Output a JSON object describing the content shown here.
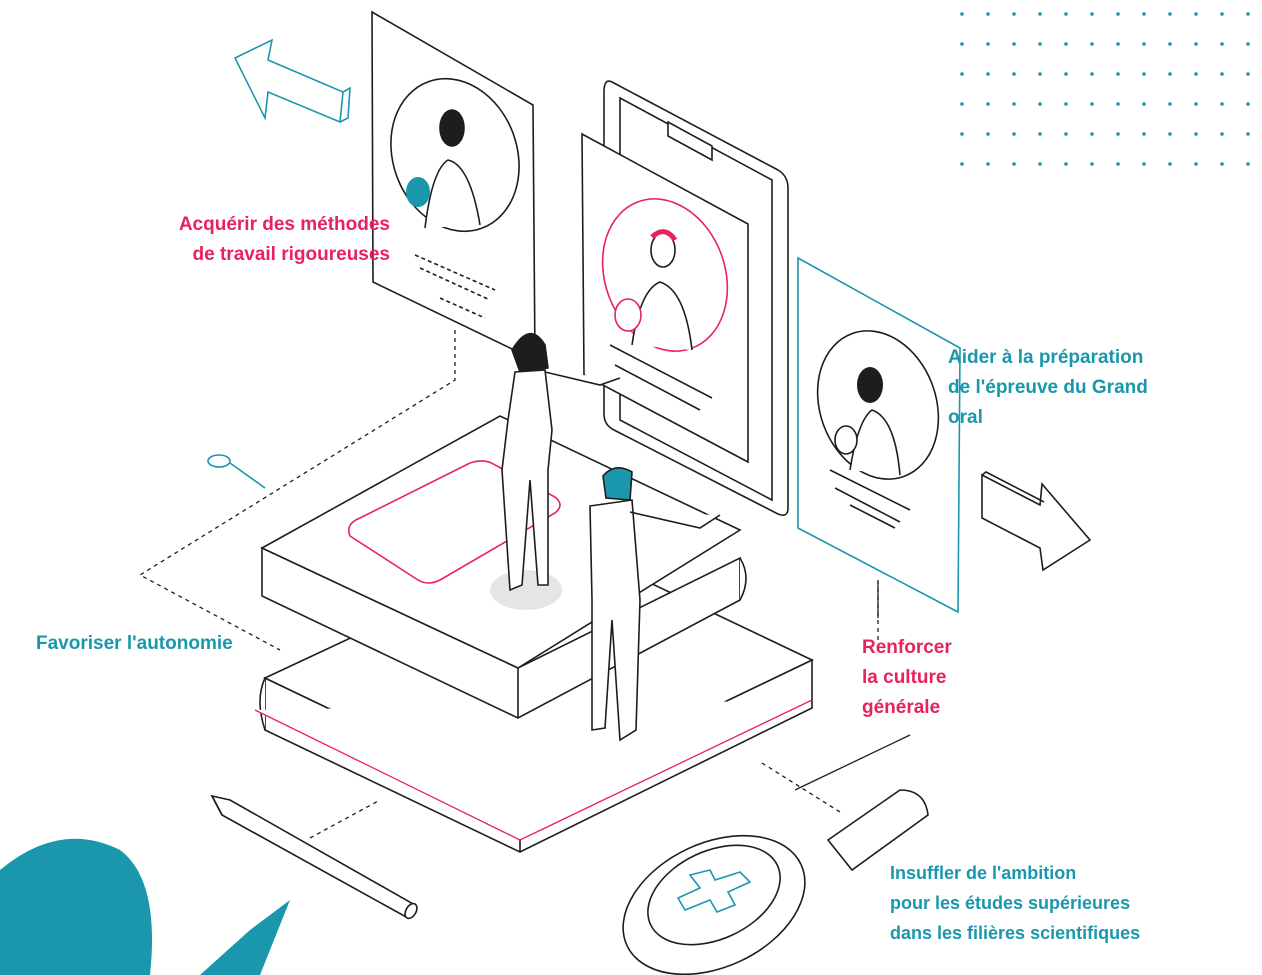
{
  "colors": {
    "pink": "#e8225a",
    "teal": "#1a97ad",
    "ink": "#1d1d1b"
  },
  "labels": {
    "methods": [
      "Acquérir des méthodes",
      "de travail rigoureuses"
    ],
    "grand_oral": [
      "Aider à la préparation",
      "de l'épreuve du Grand",
      "oral"
    ],
    "autonomy": [
      "Favoriser l'autonomie"
    ],
    "culture": [
      "Renforcer",
      "la culture",
      "générale"
    ],
    "ambition": [
      "Insuffler de l'ambition",
      "pour les études supérieures",
      "dans les filières scientifiques"
    ]
  },
  "icons": [
    "arrow-icon",
    "person-card-icon",
    "phone-icon",
    "book-icon",
    "pencil-icon",
    "magnifier-icon",
    "dot-grid-icon"
  ]
}
